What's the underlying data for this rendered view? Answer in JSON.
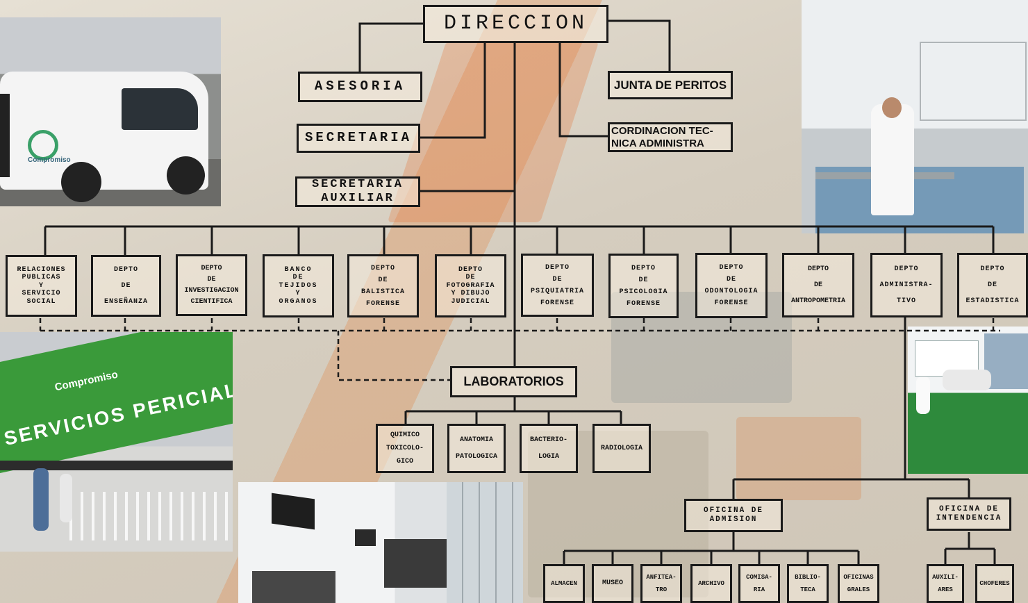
{
  "org_chart": {
    "top": "DIRECCION",
    "staff_left": [
      "ASESORIA",
      "SECRETARIA",
      "SECRETARIA\nAUXILIAR"
    ],
    "staff_right": [
      "JUNTA DE PERITOS",
      "CORDINACION TEC-\nNICA ADMINISTRA"
    ],
    "departments": [
      "RELACIONES\nPUBLICAS\nY\nSERVICIO\nSOCIAL",
      "DEPTO\n\nDE\n\nENSEÑANZA",
      "DEPTO\nDE\nINVESTIGACION\nCIENTIFICA",
      "BANCO\nDE\nTEJIDOS\nY\nORGANOS",
      "DEPTO\nDE\nBALISTICA\nFORENSE",
      "DEPTO\nDE\nFOTOGRAFIA\nY DIBUJO\nJUDICIAL",
      "DEPTO\nDE\nPSIQUIATRIA\nFORENSE",
      "DEPTO\nDE\nPSICOLOGIA\nFORENSE",
      "DEPTO\nDE\nODONTOLOGIA\nFORENSE",
      "DEPTO\n\nDE\n\nANTROPOMETRIA",
      "DEPTO\n\nADMINISTRA-\n\nTIVO",
      "DEPTO\n\nDE\n\nESTADISTICA"
    ],
    "labs_title": "LABORATORIOS",
    "labs": [
      "QUIMICO\nTOXICOLO-\nGICO",
      "ANATOMIA\nPATOLOGICA",
      "BACTERIO-\nLOGIA",
      "RADIOLOGIA"
    ],
    "offices": [
      "OFICINA   DE\nADMISION",
      "OFICINA   DE\nINTENDENCIA"
    ],
    "admision_units": [
      "ALMACEN",
      "MUSEO",
      "ANFITEA-\nTRO",
      "ARCHIVO",
      "COMISA-\nRIA",
      "BIBLIO-\nTECA",
      "OFICINAS\nGRALES"
    ],
    "intendencia_units": [
      "AUXILI-\nARES",
      "CHOFERES"
    ]
  },
  "photos": {
    "building_sign_brand": "Compromiso",
    "building_sign_text": "SERVICIOS PERICIALES",
    "van_brand": "Compromiso"
  },
  "colors": {
    "line": "#1a1a1a",
    "sign_green": "#3a9a3a",
    "accent_orange": "#e08c50"
  }
}
